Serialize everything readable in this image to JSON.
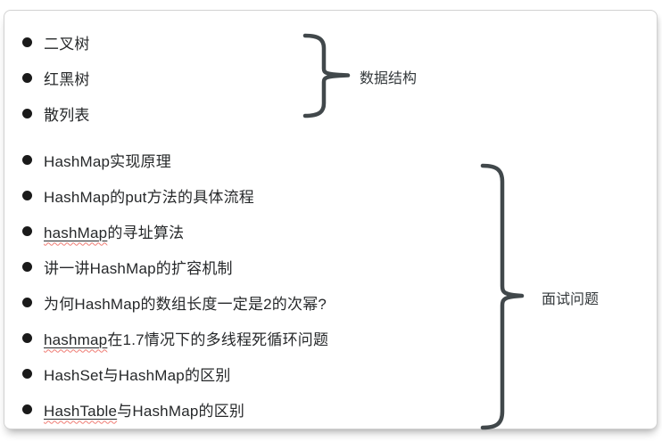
{
  "colors": {
    "text": "#26282a",
    "bullet": "#1a1a1a",
    "brace": "#41484b",
    "brace_label": "#33383b",
    "squiggle": "#ef7b73",
    "card_border": "#d2d2d2",
    "background": "#ffffff"
  },
  "sections": [
    {
      "id": "data-structures",
      "brace_label": "数据结构",
      "items": [
        {
          "segments": [
            {
              "text": "二叉树"
            }
          ]
        },
        {
          "segments": [
            {
              "text": "红黑树"
            }
          ]
        },
        {
          "segments": [
            {
              "text": "散列表"
            }
          ]
        }
      ]
    },
    {
      "id": "interview-questions",
      "brace_label": "面试问题",
      "items": [
        {
          "segments": [
            {
              "text": "HashMap实现原理"
            }
          ]
        },
        {
          "segments": [
            {
              "text": "HashMap的put方法的具体流程"
            }
          ]
        },
        {
          "segments": [
            {
              "text": "hashMap",
              "underline": true,
              "spellcheck": true
            },
            {
              "text": "的寻址算法"
            }
          ]
        },
        {
          "segments": [
            {
              "text": "讲一讲HashMap的扩容机制"
            }
          ]
        },
        {
          "segments": [
            {
              "text": "为何HashMap的数组长度一定是2的次幂?"
            }
          ]
        },
        {
          "segments": [
            {
              "text": "hashmap",
              "underline": true,
              "spellcheck": true
            },
            {
              "text": "在1.7情况下的多线程死循环问题"
            }
          ]
        },
        {
          "segments": [
            {
              "text": "HashSet与HashMap的区别"
            }
          ]
        },
        {
          "segments": [
            {
              "text": "HashTable",
              "underline": true,
              "spellcheck": true
            },
            {
              "text": "与HashMap的区别"
            }
          ]
        }
      ]
    }
  ]
}
